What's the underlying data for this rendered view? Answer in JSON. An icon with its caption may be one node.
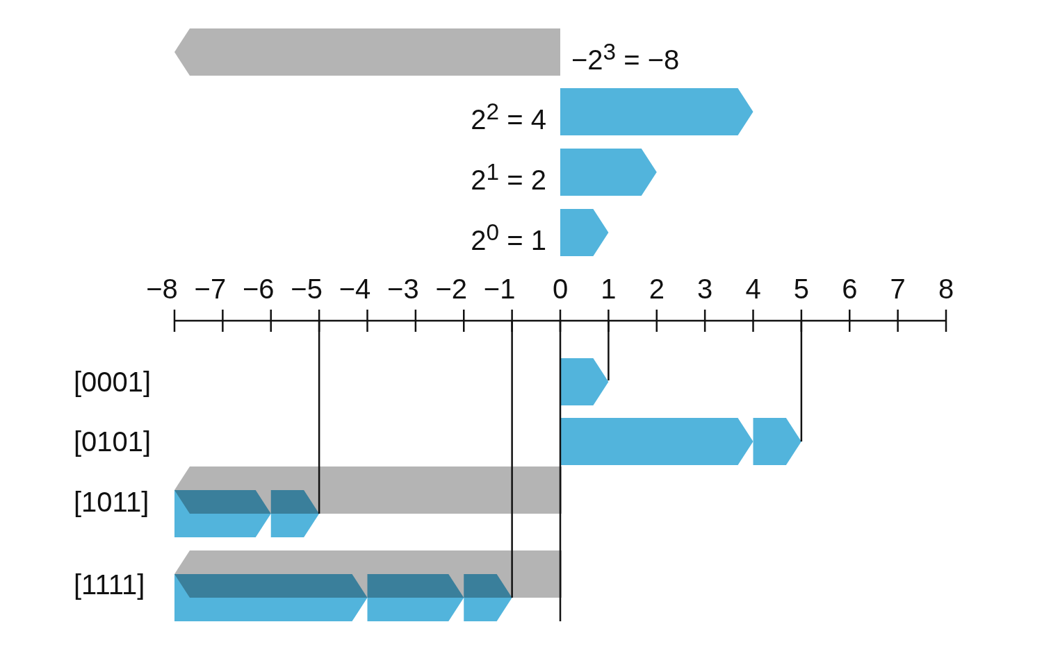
{
  "diagram": {
    "nodes": [
      {
        "text": [],
        "shape": "arrow",
        "beside": [
          "−2$^{3}$ = −8"
        ]
      },
      {
        "text": [],
        "shape": "arrow",
        "beside": [
          "2$^{2}$ = 4"
        ]
      },
      {
        "text": [],
        "shape": "arrow",
        "beside": [
          "2$^{1}$ = 2"
        ]
      },
      {
        "text": [],
        "shape": "arrow",
        "beside": [
          "2$^{0}$ = 1"
        ]
      },
      {
        "text": [],
        "shape": "arrow"
      },
      {
        "text": [],
        "shape": "arrow"
      },
      {
        "text": [],
        "shape": "arrow"
      },
      {
        "text": [],
        "shape": "arrow"
      },
      {
        "text": [],
        "shape": "arrow"
      },
      {
        "text": [],
        "shape": "arrow"
      },
      {
        "text": [],
        "shape": "arrow"
      },
      {
        "text": [],
        "shape": "arrow"
      },
      {
        "text": [],
        "shape": "arrow"
      },
      {
        "text": [],
        "shape": "arrow"
      }
    ],
    "labels": [
      "−8",
      "−7",
      "−6",
      "−5",
      "−4",
      "−3",
      "−2",
      "−1",
      "0",
      "1",
      "2",
      "3",
      "4",
      "5",
      "6",
      "7",
      "8",
      "[0001]",
      "[0101]",
      "[1011]",
      "[1111]"
    ]
  }
}
